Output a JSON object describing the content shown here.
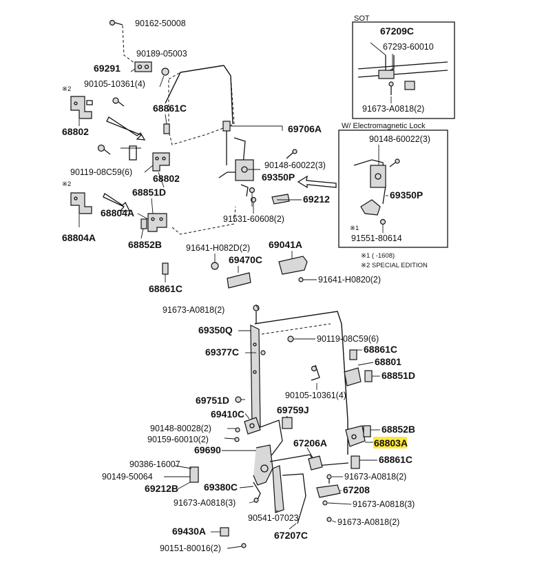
{
  "top_left": {
    "p90162": "90162-50008",
    "p90189": "90189-05003",
    "p69291": "69291",
    "p90105a": "90105-10361(4)",
    "note_x2a": "※2",
    "p68802_left": "68802",
    "p68861c_a": "68861C",
    "p90119a": "90119-08C59(6)",
    "p68802_mid": "68802",
    "note_x2b": "※2",
    "p68851d_a": "68851D",
    "p68804a_r": "68804A",
    "p68804a_left": "68804A",
    "p68852b_a": "68852B",
    "p68861c_b": "68861C"
  },
  "top_center": {
    "p69706a": "69706A",
    "p90148a": "90148-60022(3)",
    "p69350p_a": "69350P",
    "p69212": "69212",
    "p91531": "91531-60608(2)",
    "p91641a": "91641-H082D(2)",
    "p69470c": "69470C",
    "p69041a": "69041A",
    "p91641b": "91641-H0820(2)"
  },
  "sot_box": {
    "title": "SOT",
    "p67209c": "67209C",
    "p67293": "67293-60010",
    "p91673a": "91673-A0818(2)"
  },
  "em_box": {
    "title": "W/ Electromagnetic Lock",
    "p90148b": "90148-60022(3)",
    "p69350p_b": "69350P",
    "note_x1": "※1",
    "p91551": "91551-80614"
  },
  "notes": {
    "n1": "※1 (      -1608)",
    "n2": "※2 SPECIAL EDITION"
  },
  "bottom": {
    "p91673b": "91673-A0818(2)",
    "p69350q": "69350Q",
    "p90119b": "90119-08C59(6)",
    "p69377c": "69377C",
    "p68861c_c": "68861C",
    "p68801": "68801",
    "p68851d_b": "68851D",
    "p90105b": "90105-10361(4)",
    "p69751d": "69751D",
    "p69410c": "69410C",
    "p69759j": "69759J",
    "p90148c": "90148-80028(2)",
    "p90159": "90159-60010(2)",
    "p69690": "69690",
    "p67206a": "67206A",
    "p68852b_b": "68852B",
    "p68803a_hl": "68803",
    "p68803a_suffix": "A",
    "p68861c_d": "68861C",
    "p90386": "90386-16007",
    "p90149": "90149-50064",
    "p69212b": "69212B",
    "p69380c": "69380C",
    "p91673c": "91673-A0818(2)",
    "p67208": "67208",
    "p91673d": "91673-A0818(3)",
    "p91673e": "91673-A0818(3)",
    "p90541": "90541-07023",
    "p67207c": "67207C",
    "p91673f": "91673-A0818(2)",
    "p69430a": "69430A",
    "p90151": "90151-80016(2)"
  },
  "colors": {
    "highlight": "#ffe83a",
    "ink": "#111111"
  }
}
